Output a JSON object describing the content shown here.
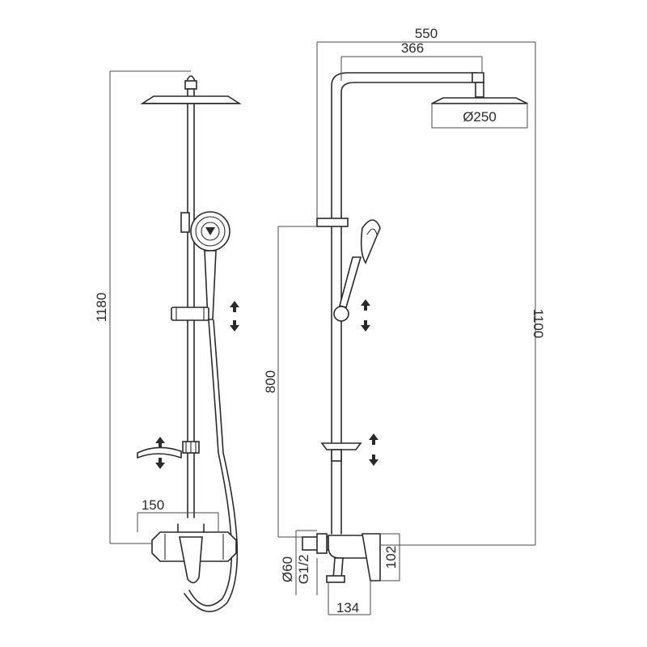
{
  "dimensions": {
    "total_height": "1180",
    "mixer_width": "150",
    "arm_reach": "550",
    "arm_inner": "366",
    "head_diameter": "Ø250",
    "bar_height": "1100",
    "slider_height": "800",
    "outlet_height": "102",
    "base_diameter": "Ø60",
    "thread": "G1/2",
    "outlet_depth": "134"
  },
  "colors": {
    "line": "#2a2a2a",
    "background": "#ffffff"
  }
}
